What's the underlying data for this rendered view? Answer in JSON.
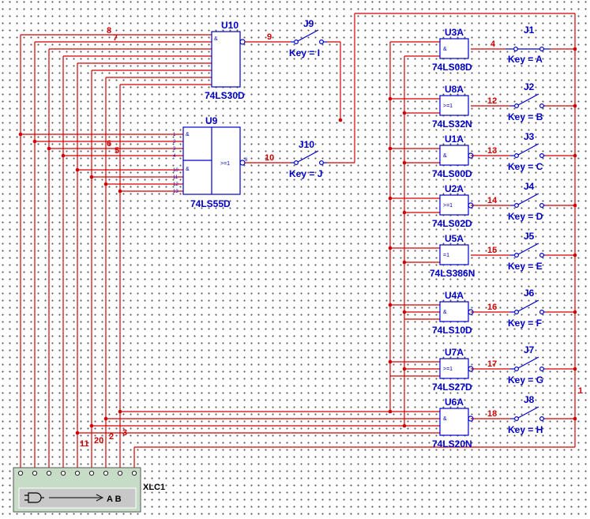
{
  "colors": {
    "wire": "#d40000",
    "component": "#0000cc",
    "analyzer_fill": "#c6dcc6",
    "analyzer_inner": "#c8c8c8"
  },
  "chips": {
    "U10": {
      "ref": "U10",
      "part": "74LS30D",
      "sym": "&"
    },
    "U9": {
      "ref": "U9",
      "part": "74LS55D",
      "sym_top": "&",
      "sym_bot": "&",
      "sym_out": ">=1",
      "pins": [
        "1",
        "2",
        "3",
        "4",
        "10",
        "11",
        "12",
        "13"
      ],
      "out_pin": "8"
    },
    "U3A": {
      "ref": "U3A",
      "part": "74LS08D",
      "sym": "&"
    },
    "U8A": {
      "ref": "U8A",
      "part": "74LS32N",
      "sym": ">=1"
    },
    "U1A": {
      "ref": "U1A",
      "part": "74LS00D",
      "sym": "&"
    },
    "U2A": {
      "ref": "U2A",
      "part": "74LS02D",
      "sym": ">=1"
    },
    "U5A": {
      "ref": "U5A",
      "part": "74LS386N",
      "sym": "=1"
    },
    "U4A": {
      "ref": "U4A",
      "part": "74LS10D",
      "sym": "&"
    },
    "U7A": {
      "ref": "U7A",
      "part": "74LS27D",
      "sym": ">=1"
    },
    "U6A": {
      "ref": "U6A",
      "part": "74LS20N",
      "sym": "&"
    }
  },
  "switches": {
    "J9": {
      "ref": "J9",
      "key": "Key = I"
    },
    "J10": {
      "ref": "J10",
      "key": "Key = J"
    },
    "J1": {
      "ref": "J1",
      "key": "Key = A"
    },
    "J2": {
      "ref": "J2",
      "key": "Key = B"
    },
    "J3": {
      "ref": "J3",
      "key": "Key = C"
    },
    "J4": {
      "ref": "J4",
      "key": "Key = D"
    },
    "J5": {
      "ref": "J5",
      "key": "Key = E"
    },
    "J6": {
      "ref": "J6",
      "key": "Key = F"
    },
    "J7": {
      "ref": "J7",
      "key": "Key = G"
    },
    "J8": {
      "ref": "J8",
      "key": "Key = H"
    }
  },
  "nets": {
    "n8": "8",
    "n7": "7",
    "n9": "9",
    "n6": "6",
    "n5": "5",
    "n10": "10",
    "n4": "4",
    "n12": "12",
    "n13": "13",
    "n14": "14",
    "n15": "15",
    "n16": "16",
    "n17": "17",
    "n18": "18",
    "n11": "11",
    "n20": "20",
    "n2": "2",
    "n3": "3",
    "n1": "1"
  },
  "analyzer": {
    "ref": "XLC1",
    "display": "A B"
  }
}
